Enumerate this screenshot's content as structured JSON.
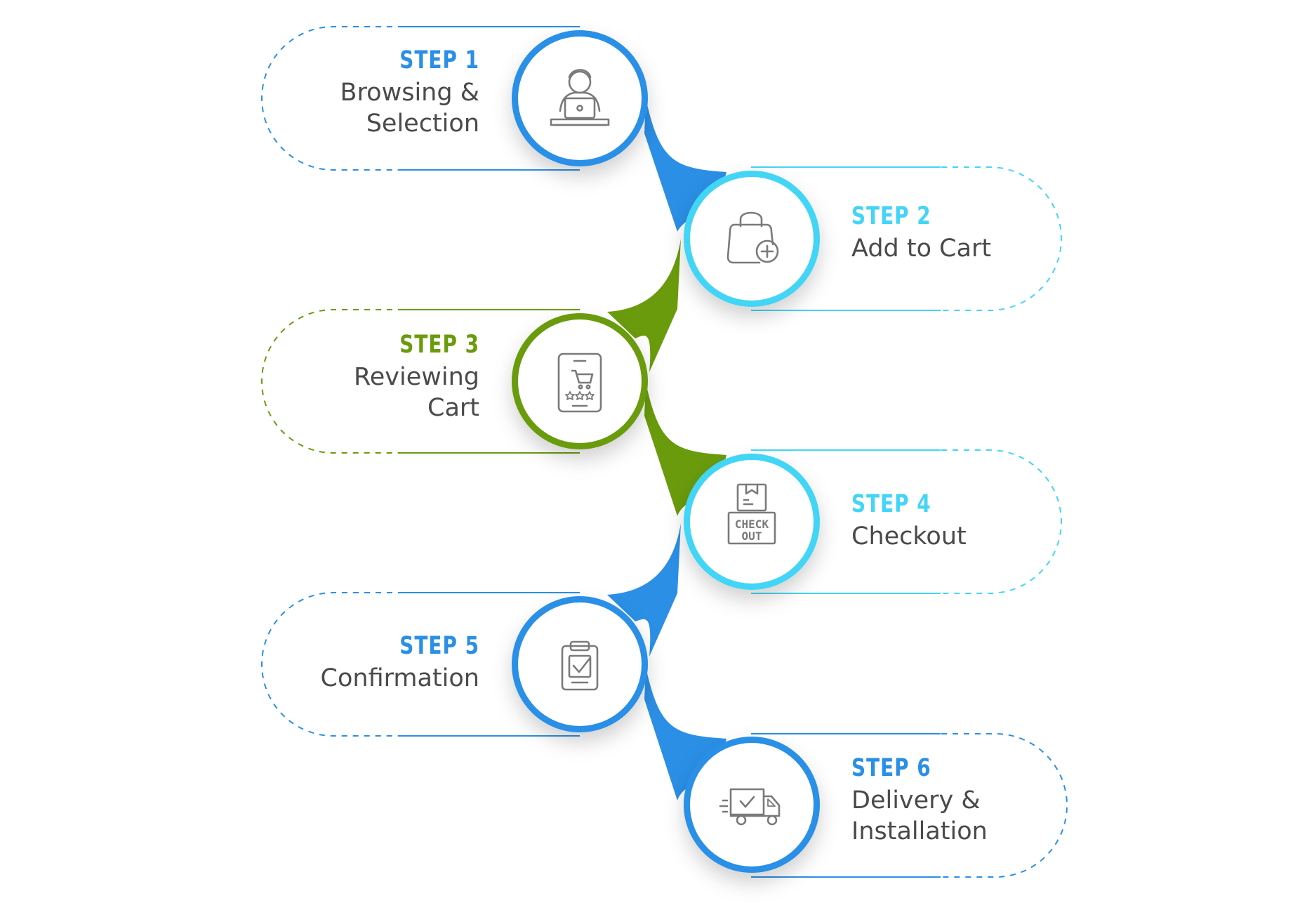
{
  "steps": [
    {
      "number": "STEP 1",
      "title": "Browsing &\nSelection",
      "icon": "person-laptop-icon",
      "color": "#2B8FE6"
    },
    {
      "number": "STEP 2",
      "title": "Add to Cart",
      "icon": "shopping-bag-add-icon",
      "color": "#43D5F5"
    },
    {
      "number": "STEP 3",
      "title": "Reviewing\nCart",
      "icon": "mobile-cart-rating-icon",
      "color": "#6A9B0C"
    },
    {
      "number": "STEP 4",
      "title": "Checkout",
      "icon": "checkout-box-icon",
      "color": "#43D5F5"
    },
    {
      "number": "STEP 5",
      "title": "Confirmation",
      "icon": "clipboard-check-icon",
      "color": "#2B8FE6"
    },
    {
      "number": "STEP 6",
      "title": "Delivery &\nInstallation",
      "icon": "delivery-truck-icon",
      "color": "#2B8FE6"
    }
  ],
  "icon_text": {
    "checkout_line1": "CHECK",
    "checkout_line2": "OUT"
  }
}
